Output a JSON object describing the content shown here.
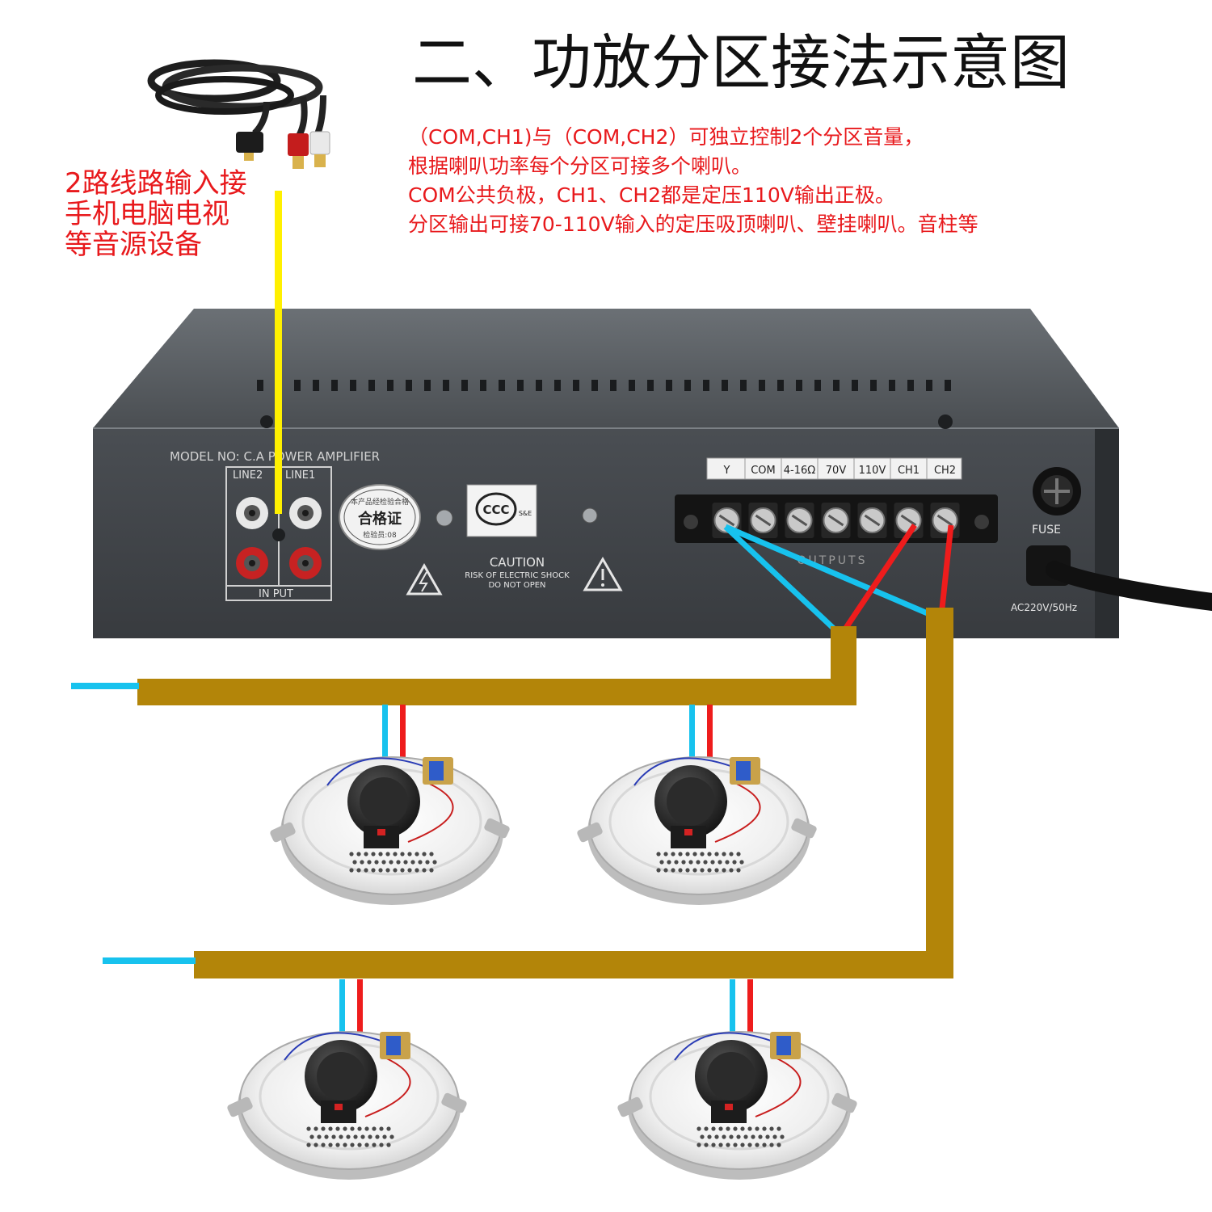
{
  "title": "二、功放分区接法示意图",
  "notes": [
    "（COM,CH1)与（COM,CH2）可独立控制2个分区音量，",
    "根据喇叭功率每个分区可接多个喇叭。",
    "COM公共负极，CH1、CH2都是定压110V输出正极。",
    "分区输出可接70-110V输入的定压吸顶喇叭、壁挂喇叭。音柱等"
  ],
  "source_label": [
    "2路线路输入接",
    "手机电脑电视",
    "等音源设备"
  ],
  "amplifier": {
    "model": "MODEL NO:  C.A POWER AMPLIFIER",
    "input_labels": {
      "line2": "LINE2",
      "line1": "LINE1",
      "input": "IN PUT"
    },
    "cert_label": {
      "top": "本产品经检验合格",
      "main": "合格证",
      "inspector": "检验员:08"
    },
    "ccc_mark": {
      "main": "CCC",
      "sub": "S&E"
    },
    "caution": [
      "CAUTION",
      "RISK OF ELECTRIC SHOCK",
      "DO NOT OPEN"
    ],
    "terminal_labels": [
      "Y",
      "COM",
      "4-16Ω",
      "70V",
      "110V",
      "CH1",
      "CH2"
    ],
    "outputs_label": "OUTPUTS",
    "fuse_label": "FUSE",
    "power_label": "AC220V/50Hz"
  },
  "icons": {
    "rca_cable": "rca-cable-icon",
    "ceiling_speaker": "ceiling-speaker-icon",
    "warning_triangle": "warning-triangle-icon",
    "fuse_holder": "fuse-holder-icon"
  },
  "colors": {
    "signal_wire": "#fff000",
    "com_wire": "#17c2ee",
    "ch_wire": "#ee1c1c",
    "cable_trunk": "#b38509",
    "chassis": "#3e4246",
    "note_text": "#e8191c"
  }
}
